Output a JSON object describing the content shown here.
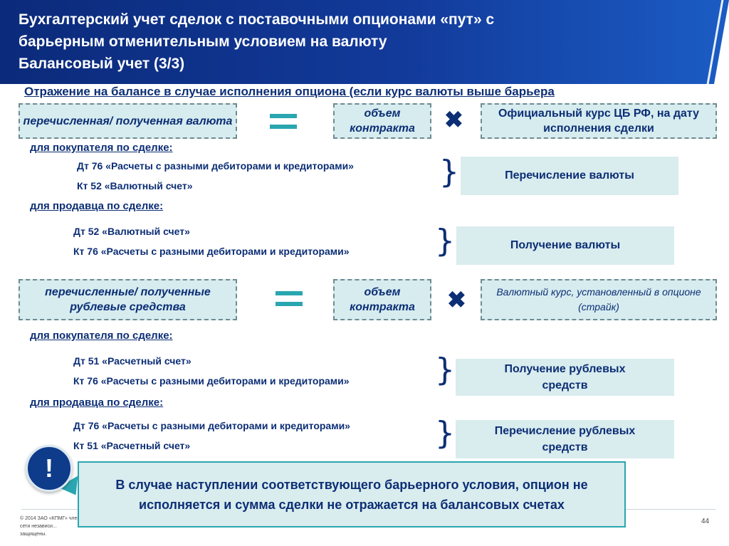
{
  "header": {
    "title_lines": [
      "Бухгалтерский учет сделок с поставочными опционами «пут» с",
      "барьерным отменительным условием на валюту",
      "Балансовый учет (3/3)"
    ]
  },
  "subtitle": "Отражение на балансе в случае исполнения опциона (если курс валюты выше барьера",
  "block1": {
    "formula_left": "перечисленная/ полученная валюта",
    "formula_mid": "объем контракта",
    "formula_right": "Официальный курс ЦБ РФ, на дату исполнения сделки",
    "buyer_label": "для покупателя по сделке:",
    "buyer_dt": "Дт 76 «Расчеты с разными дебиторами и кредиторами»",
    "buyer_kt": "Кт 52 «Валютный счет»",
    "buyer_result": "Перечисление валюты",
    "seller_label": "для продавца по сделке:",
    "seller_dt": "Дт 52 «Валютный счет»",
    "seller_kt": "Кт 76 «Расчеты с разными дебиторами и кредиторами»",
    "seller_result": "Получение валюты"
  },
  "block2": {
    "formula_left": "перечисленные/ полученные рублевые средства",
    "formula_mid": "объем контракта",
    "formula_right": "Валютный курс, установленный в опционе (страйк)",
    "buyer_label": "для покупателя по сделке:",
    "buyer_dt": "Дт 51 «Расчетный счет»",
    "buyer_kt": "Кт 76 «Расчеты с разными дебиторами и кредиторами»",
    "buyer_result": "Получение рублевых средств",
    "seller_label": "для продавца по сделке:",
    "seller_dt": "Дт 76 «Расчеты с разными дебиторами и кредиторами»",
    "seller_kt": "Кт 51 «Расчетный счет»",
    "seller_result": "Перечисление рублевых средств"
  },
  "callout": {
    "icon_symbol": "!",
    "text": "В случае наступлении соответствующего барьерного условия, опцион не исполняется и сумма сделки не отражается на балансовых счетах"
  },
  "footer": {
    "copyright": "© 2014 ЗАО «КПМГ» член сети независи... защищены.",
    "page_number": "44"
  },
  "icons": {
    "equals": "equals-icon",
    "multiply": "multiply-icon",
    "brace": "right-brace-icon",
    "alert": "exclamation-icon"
  },
  "colors": {
    "header_dark": "#0b2a7a",
    "text_navy": "#0c2e75",
    "accent_teal": "#2aa6b0",
    "box_fill": "#d6ecef"
  }
}
